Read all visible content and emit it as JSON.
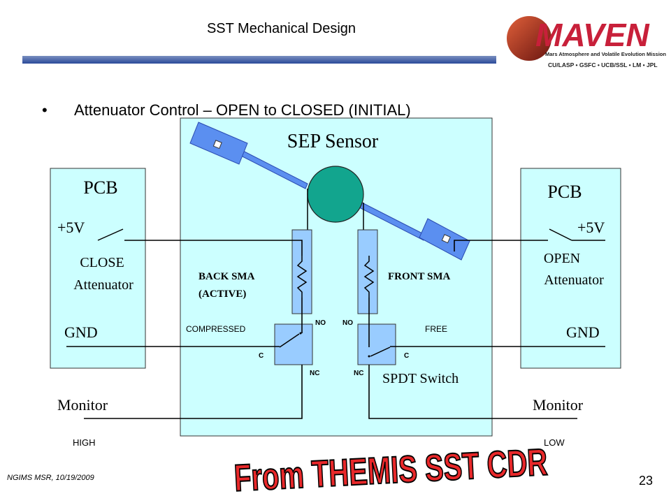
{
  "header": {
    "title": "SST Mechanical Design",
    "logo": {
      "name": "MAVEN",
      "tagline": "Mars Atmosphere and Volatile Evolution Mission",
      "partners": "CU/LASP • GSFC • UCB/SSL • LM • JPL"
    }
  },
  "bullet": {
    "text": "Attenuator Control – OPEN to CLOSED (INITIAL)"
  },
  "diagram": {
    "sensor_title": "SEP Sensor",
    "left_pcb": {
      "title": "PCB",
      "voltage": "+5V",
      "action_line1": "CLOSE",
      "action_line2": "Attenuator",
      "ground": "GND",
      "monitor": "Monitor",
      "monitor_state": "HIGH"
    },
    "right_pcb": {
      "title": "PCB",
      "voltage": "+5V",
      "action_line1": "OPEN",
      "action_line2": "Attenuator",
      "ground": "GND",
      "monitor": "Monitor",
      "monitor_state": "LOW"
    },
    "back_sma": {
      "line1": "BACK SMA",
      "line2": "(ACTIVE)",
      "state": "COMPRESSED"
    },
    "front_sma": {
      "line1": "FRONT SMA",
      "state": "FREE"
    },
    "switch_label": "SPDT Switch",
    "pin_no": "NO",
    "pin_nc": "NC",
    "pin_c": "C"
  },
  "stamp": "From THEMIS SST CDR",
  "footer": {
    "left": "NGIMS MSR, 10/19/2009",
    "page": "23"
  },
  "colors": {
    "sensor_bg": "#ccffff",
    "pcb_bg": "#ccffff",
    "sma_fill": "#99ccff",
    "arm_fill": "#5b8ff0",
    "hub_fill": "#12a58e",
    "stamp_fill": "#e8282a",
    "header_bar": "#2a4a9a",
    "logo_red": "#c8203a"
  }
}
